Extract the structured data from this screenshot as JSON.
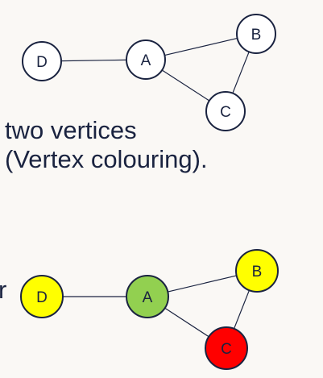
{
  "text": {
    "line1": "two vertices",
    "line2": "(Vertex colouring).",
    "partial_char": "r"
  },
  "colors": {
    "text": "#1a2340",
    "stroke": "#1a2340",
    "uncoloured_fill": "#ffffff",
    "yellow": "#ffff00",
    "green": "#92d050",
    "red": "#ff0000"
  },
  "graphs": [
    {
      "id": "top",
      "nodes": [
        {
          "id": "D",
          "label": "D",
          "color": "#ffffff"
        },
        {
          "id": "A",
          "label": "A",
          "color": "#ffffff"
        },
        {
          "id": "B",
          "label": "B",
          "color": "#ffffff"
        },
        {
          "id": "C",
          "label": "C",
          "color": "#ffffff"
        }
      ],
      "edges": [
        [
          "D",
          "A"
        ],
        [
          "A",
          "B"
        ],
        [
          "A",
          "C"
        ],
        [
          "B",
          "C"
        ]
      ]
    },
    {
      "id": "bottom",
      "nodes": [
        {
          "id": "D",
          "label": "D",
          "color": "#ffff00"
        },
        {
          "id": "A",
          "label": "A",
          "color": "#92d050"
        },
        {
          "id": "B",
          "label": "B",
          "color": "#ffff00"
        },
        {
          "id": "C",
          "label": "C",
          "color": "#ff0000"
        }
      ],
      "edges": [
        [
          "D",
          "A"
        ],
        [
          "A",
          "B"
        ],
        [
          "A",
          "C"
        ],
        [
          "B",
          "C"
        ]
      ]
    }
  ]
}
